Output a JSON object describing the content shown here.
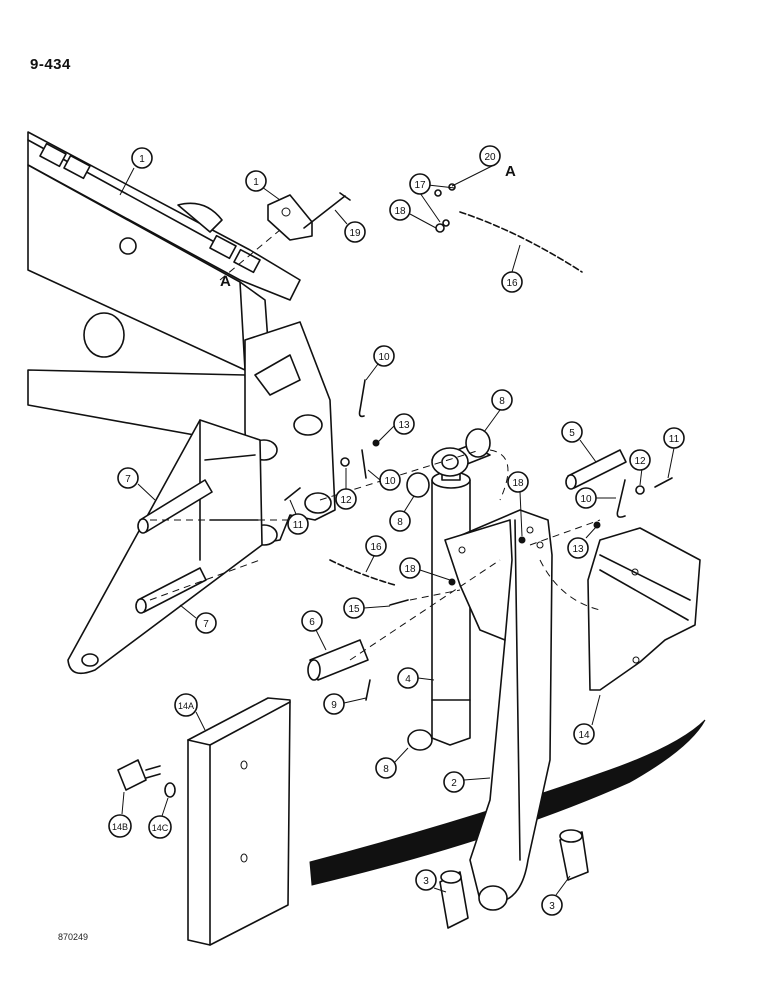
{
  "header": {
    "page_number": "9-434"
  },
  "footer": {
    "figure_code": "870249"
  },
  "reference_letter": "A",
  "callouts": [
    "1",
    "1",
    "19",
    "20",
    "17",
    "18",
    "16",
    "10",
    "13",
    "8",
    "5",
    "11",
    "12",
    "7",
    "11",
    "12",
    "10",
    "10",
    "18",
    "8",
    "16",
    "18",
    "15",
    "6",
    "7",
    "4",
    "9",
    "13",
    "14A",
    "8",
    "14",
    "2",
    "14B",
    "14C",
    "3",
    "3"
  ]
}
